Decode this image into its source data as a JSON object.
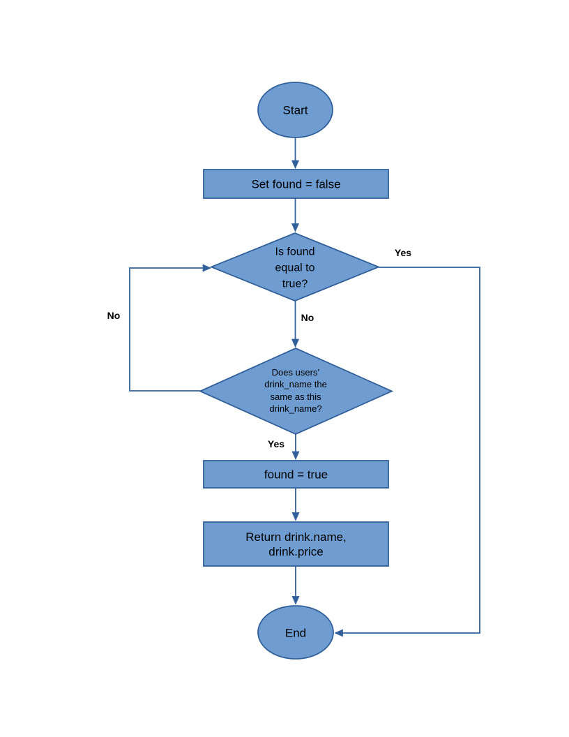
{
  "colors": {
    "page_bg": "#ffffff",
    "shape_fill": "#6f9dd1",
    "shape_stroke": "#31609b",
    "connector": "#31609b",
    "text_color": "#000000"
  },
  "nodes": {
    "start": {
      "type": "terminator",
      "label": "Start"
    },
    "set_found_false": {
      "type": "process",
      "label": "Set found = false"
    },
    "is_found_true": {
      "type": "decision",
      "label": "Is found\nequal to\ntrue?"
    },
    "drink_name_match": {
      "type": "decision",
      "label": "Does users’\ndrink_name the\nsame as this\ndrink_name?"
    },
    "found_true": {
      "type": "process",
      "label": "found = true"
    },
    "return_drink": {
      "type": "process",
      "label": "Return drink.name,\ndrink.price"
    },
    "end": {
      "type": "terminator",
      "label": "End"
    }
  },
  "edge_labels": {
    "yes_right": "Yes",
    "no_down": "No",
    "no_loop": "No",
    "yes_down": "Yes"
  }
}
